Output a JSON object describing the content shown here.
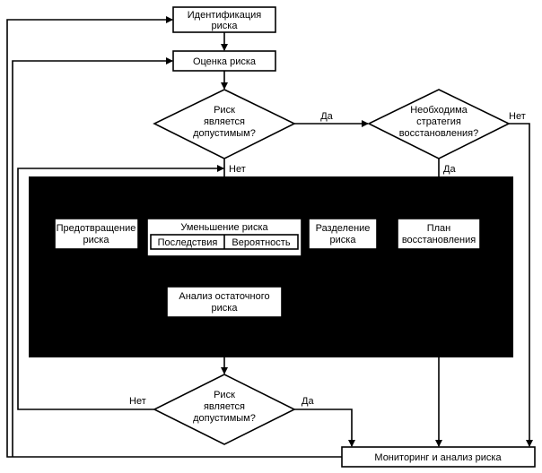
{
  "nodes": {
    "identification": {
      "line1": "Идентификация",
      "line2": "риска"
    },
    "assessment": {
      "label": "Оценка риска"
    },
    "decision_top": {
      "line1": "Риск",
      "line2": "является",
      "line3": "допустимым?"
    },
    "decision_strategy": {
      "line1": "Необходима",
      "line2": "стратегия",
      "line3": "восстановления?"
    },
    "prevention": {
      "line1": "Предотвращение",
      "line2": "риска"
    },
    "reduction": {
      "title": "Уменьшение риска",
      "col1": "Последствия",
      "col2": "Вероятность"
    },
    "separation": {
      "line1": "Разделение",
      "line2": "риска"
    },
    "recovery_plan": {
      "line1": "План",
      "line2": "восстановления"
    },
    "residual": {
      "line1": "Анализ остаточного",
      "line2": "риска"
    },
    "decision_bottom": {
      "line1": "Риск",
      "line2": "является",
      "line3": "допустимым?"
    },
    "monitoring": {
      "label": "Мониторинг и анализ риска"
    }
  },
  "edge_labels": {
    "top_yes": "Да",
    "top_no": "Нет",
    "strategy_yes": "Да",
    "strategy_no": "Нет",
    "bottom_no": "Нет",
    "bottom_yes": "Да"
  },
  "colors": {
    "line": "#000000",
    "panel": "#000000",
    "box": "#ffffff"
  }
}
